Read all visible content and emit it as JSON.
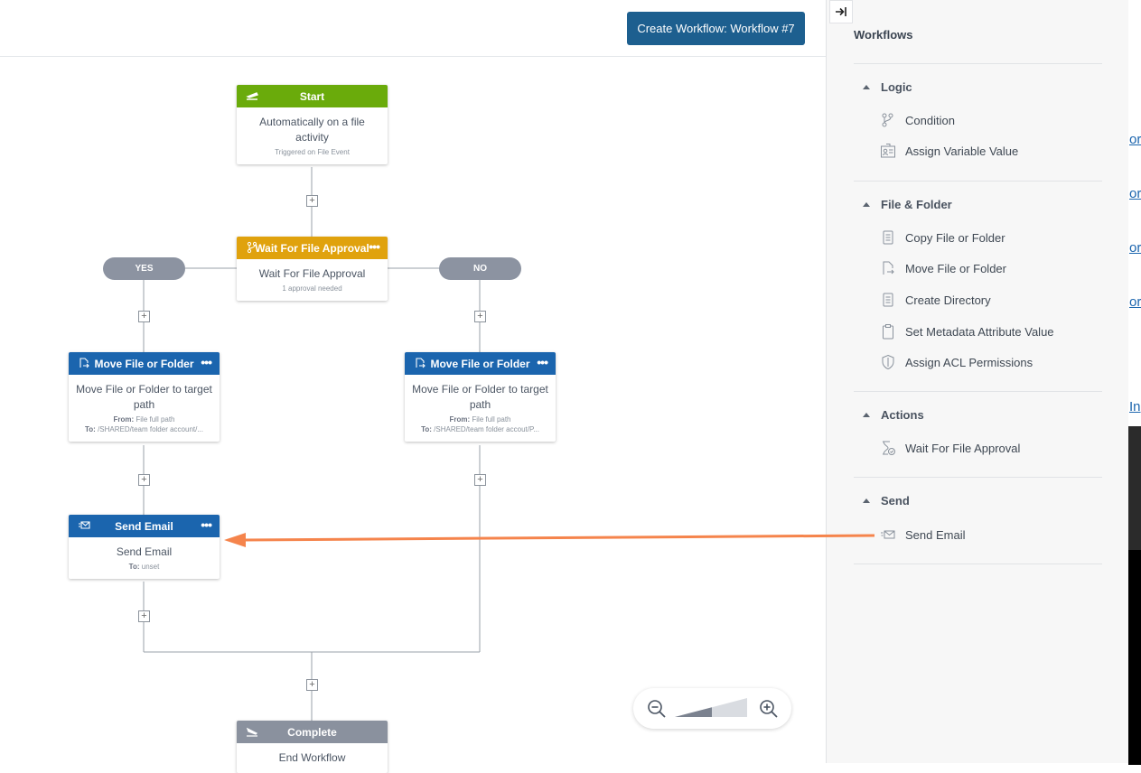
{
  "toolbar": {
    "create_label": "Create Workflow: Workflow #7"
  },
  "nodes": {
    "start": {
      "title": "Start",
      "main": "Automatically on a file activity",
      "sub": "Triggered on File Event"
    },
    "approval": {
      "title": "Wait For File Approval",
      "main": "Wait For File Approval",
      "sub": "1 approval needed"
    },
    "move_left": {
      "title": "Move File or Folder",
      "main": "Move File or Folder to target path",
      "from_label": "From:",
      "from_value": "File full path",
      "to_label": "To:",
      "to_value": "/SHARED/team folder account/..."
    },
    "move_right": {
      "title": "Move File or Folder",
      "main": "Move File or Folder to target path",
      "from_label": "From:",
      "from_value": "File full path",
      "to_label": "To:",
      "to_value": "/SHARED/team folder accout/P..."
    },
    "send_email": {
      "title": "Send Email",
      "main": "Send Email",
      "to_label": "To:",
      "to_value": "unset"
    },
    "complete": {
      "title": "Complete",
      "main": "End Workflow"
    }
  },
  "branches": {
    "yes": "YES",
    "no": "NO"
  },
  "sidebar": {
    "title": "Workflows",
    "sections": [
      {
        "title": "Logic",
        "items": [
          {
            "label": "Condition",
            "icon": "branch-icon"
          },
          {
            "label": "Assign Variable Value",
            "icon": "variable-icon"
          }
        ]
      },
      {
        "title": "File & Folder",
        "items": [
          {
            "label": "Copy File or Folder",
            "icon": "copy-file-icon"
          },
          {
            "label": "Move File or Folder",
            "icon": "move-file-icon"
          },
          {
            "label": "Create Directory",
            "icon": "directory-icon"
          },
          {
            "label": "Set Metadata Attribute Value",
            "icon": "clipboard-icon"
          },
          {
            "label": "Assign ACL Permissions",
            "icon": "shield-icon"
          }
        ]
      },
      {
        "title": "Actions",
        "items": [
          {
            "label": "Wait For File Approval",
            "icon": "approval-icon"
          }
        ]
      },
      {
        "title": "Send",
        "items": [
          {
            "label": "Send Email",
            "icon": "email-icon"
          }
        ]
      }
    ]
  },
  "edge_links": [
    "or",
    "or",
    "or",
    "or",
    "In"
  ],
  "colors": {
    "accent": "#1d5f8f",
    "start": "#6aab0b",
    "approval": "#e0a20d",
    "action": "#1b65ae",
    "complete": "#8a919e",
    "arrow": "#f5844c"
  }
}
